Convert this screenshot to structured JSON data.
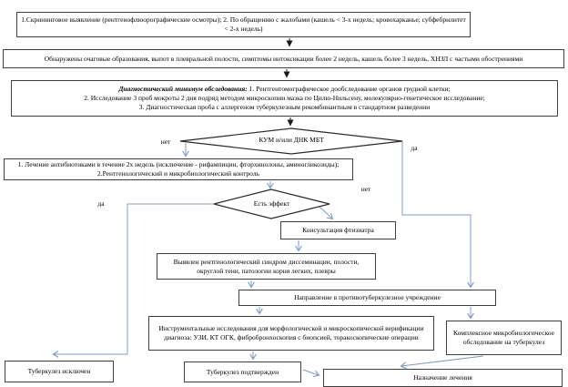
{
  "nodes": {
    "screening": "1.Скрининговое выявление (рентгенофлюорографические осмотры); 2. По обращению с жалобами (кашель < 3-х недель; кровохарканье; субфебрилитет < 2-х недель)",
    "findings": "Обнаружены очаговые образования, выпот в плевральной полости, симптомы интоксикации более 2 недель, кашель более 3 недель, ХНЗЛ с частыми обострениями",
    "diag_min_lead": "Диагностический минимум обследования:",
    "diag_min_line1": "1. Рентгентомографическое дообследование органов грудной клетки;",
    "diag_min_line2": "2. Исследование 3 проб мокроты 2 дня подряд методом микроскопии мазка по Цилю-Нильсену, молекулярно-генетическое исследование;",
    "diag_min_line3": "3. Диагностическая проба с аллергеном туберкулезным рекомбинантным в стандартном разведении",
    "decision_kum": "КУМ и/или ДНК МБТ",
    "antibiotics": "1. Лечение антибиотиками в течение 2х недель (исключение - рифампицин, фторхинолоны, аминогликозиды); 2.Рентгенологический и микробиологический контроль",
    "decision_effect": "Есть эффект",
    "phthisiatrician": "Консультация фтизиатра",
    "xray_syndrome": "Выявлен рентгенологический синдром диссеминации, полости, округлой тени, патологии корня легких, плевры",
    "referral": "Направление в противотуберкулезное учреждение",
    "instrumental": "Инструментальные исследования для морфологической и микроскопической верификации диагноза: УЗИ, КТ ОГК, фибробронхоскопия с биопсией, торакоскопические операции",
    "micro_complex": "Комплексное микробиологическое обследование на туберкулез",
    "tb_excluded": "Туберкулез исключен",
    "tb_confirmed": "Туберкулез подтвержден",
    "treatment": "Назначение лечения"
  },
  "edge_labels": {
    "kum_no": "нет",
    "kum_yes": "да",
    "effect_yes": "да",
    "effect_no": "нет"
  },
  "colors": {
    "connector": "#7C9CC9",
    "arrow_black": "#1A1A1A",
    "node_border": "#3F3F3F"
  }
}
